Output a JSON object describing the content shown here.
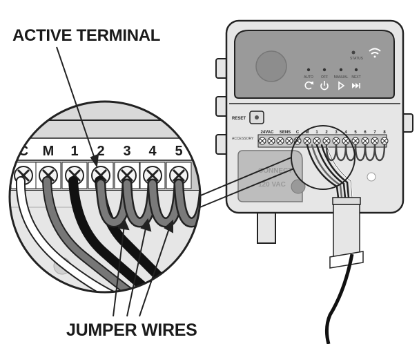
{
  "callouts": {
    "active_terminal": "ACTIVE TERMINAL",
    "jumper_wires": "JUMPER WIRES"
  },
  "colors": {
    "outline": "#222222",
    "panel_gray": "#9a9a9a",
    "housing": "#e6e6e6",
    "terminal_strip": "#c9c9c9"
  },
  "controller": {
    "status_label": "STATUS",
    "buttons": [
      {
        "label": "AUTO",
        "icon": "refresh-icon"
      },
      {
        "label": "OFF",
        "icon": "power-icon"
      },
      {
        "label": "MANUAL",
        "icon": "play-icon"
      },
      {
        "label": "NEXT",
        "icon": "fast-forward-icon"
      }
    ],
    "reset_label": "RESET",
    "accessory_label": "ACCESSORY",
    "terminal_labels": [
      "24VAC",
      "SENS",
      "C",
      "M",
      "1",
      "2",
      "3",
      "4",
      "5",
      "6",
      "7",
      "8"
    ],
    "transformer_text": [
      "CONNECT",
      "120 VAC"
    ]
  },
  "zoom": {
    "terminal_labels": [
      "C",
      "M",
      "1",
      "2",
      "3",
      "4",
      "5"
    ]
  }
}
